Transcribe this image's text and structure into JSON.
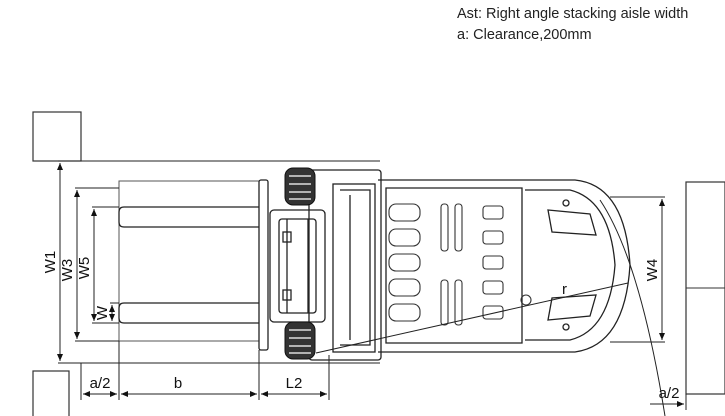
{
  "legend": {
    "line1": "Ast:  Right angle stacking aisle width",
    "line2": "a: Clearance,200mm"
  },
  "dimensions": {
    "w1": "W1",
    "w3": "W3",
    "w5": "W5",
    "w": "W",
    "w4": "W4",
    "a_half_left": "a/2",
    "b": "b",
    "l2": "L2",
    "r": "r",
    "a_half_right": "a/2"
  }
}
